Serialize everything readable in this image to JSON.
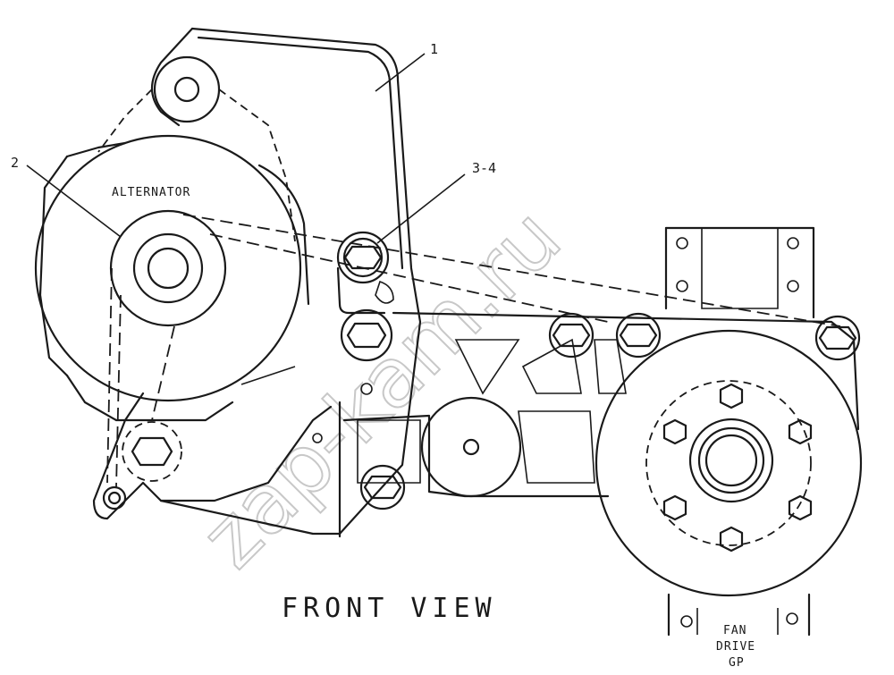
{
  "callouts": {
    "c1": "1",
    "c2": "2",
    "c34": "3-4"
  },
  "labels": {
    "alternator": "ALTERNATOR",
    "front_view": "FRONT VIEW",
    "fan_line1": "FAN",
    "fan_line2": "DRIVE",
    "fan_line3": "GP"
  },
  "watermark": "zap-kam.ru"
}
